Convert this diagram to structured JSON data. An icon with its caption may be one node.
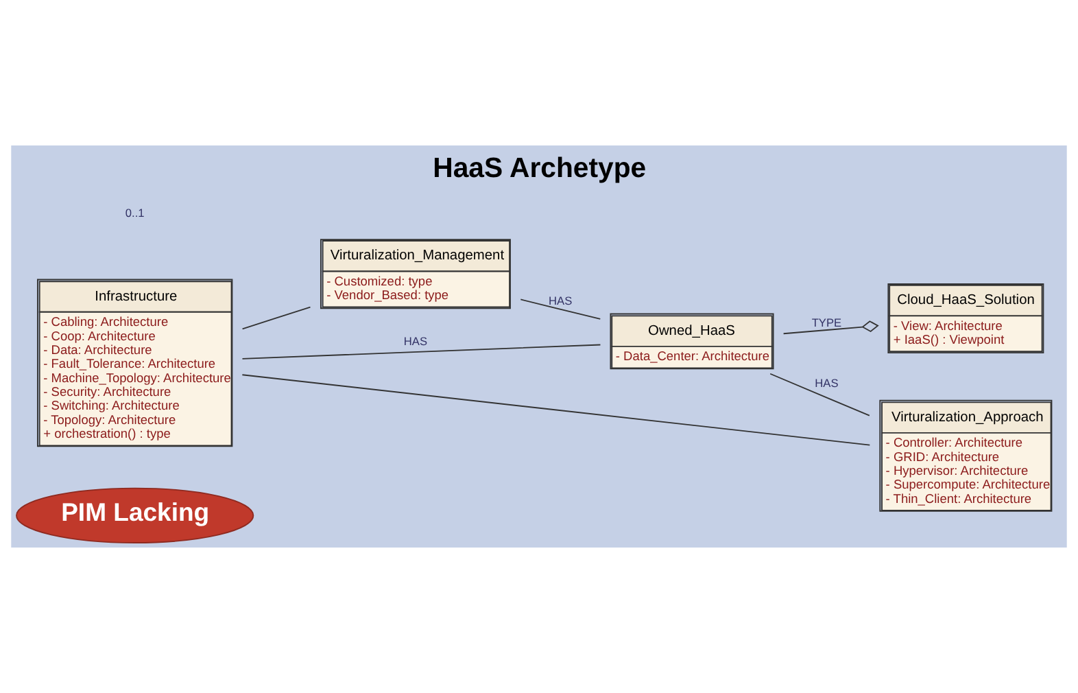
{
  "diagram": {
    "title": "HaaS Archetype",
    "nodes": [
      {
        "text": [
          "PIM Lacking"
        ]
      },
      {
        "text": [
          "Virturalization_Management",
          "- Customized: type",
          "- Vendor_Based: type"
        ]
      },
      {
        "text": [
          "Infrastructure",
          "- Cabling: Architecture",
          "- Coop: Architecture",
          "- Data: Architecture",
          "- Fault_Tolerance: Architecture",
          "- Machine_Topology: Architecture",
          "- Security: Architecture",
          "- Switching: Architecture",
          "- Topology: Architecture",
          "+ orchestration() : type"
        ]
      },
      {
        "text": [
          "Owned_HaaS",
          "- Data_Center: Architecture"
        ]
      },
      {
        "text": [
          "Cloud_HaaS_Solution",
          "- View: Architecture",
          "+ IaaS() : Viewpoint"
        ]
      },
      {
        "text": [
          "Virturalization_Approach",
          "- Controller: Architecture",
          "- GRID: Architecture",
          "- Hypervisor: Architecture",
          "- Supercompute: Architecture",
          "- Thin_Client: Architecture"
        ]
      }
    ],
    "edges": [
      {
        "from": 2,
        "to": 1,
        "arrow": "none"
      },
      {
        "from": 1,
        "to": 3,
        "arrow": "none",
        "label": "HAS"
      },
      {
        "from": 2,
        "to": 3,
        "arrow": "none",
        "label": "HAS"
      },
      {
        "from": 3,
        "to": 4,
        "arrow": "other",
        "label": "TYPE"
      },
      {
        "from": 3,
        "to": 5,
        "arrow": "none",
        "label": "HAS"
      },
      {
        "from": 2,
        "to": 5,
        "arrow": "none"
      }
    ],
    "labels": [
      "0..1"
    ]
  }
}
